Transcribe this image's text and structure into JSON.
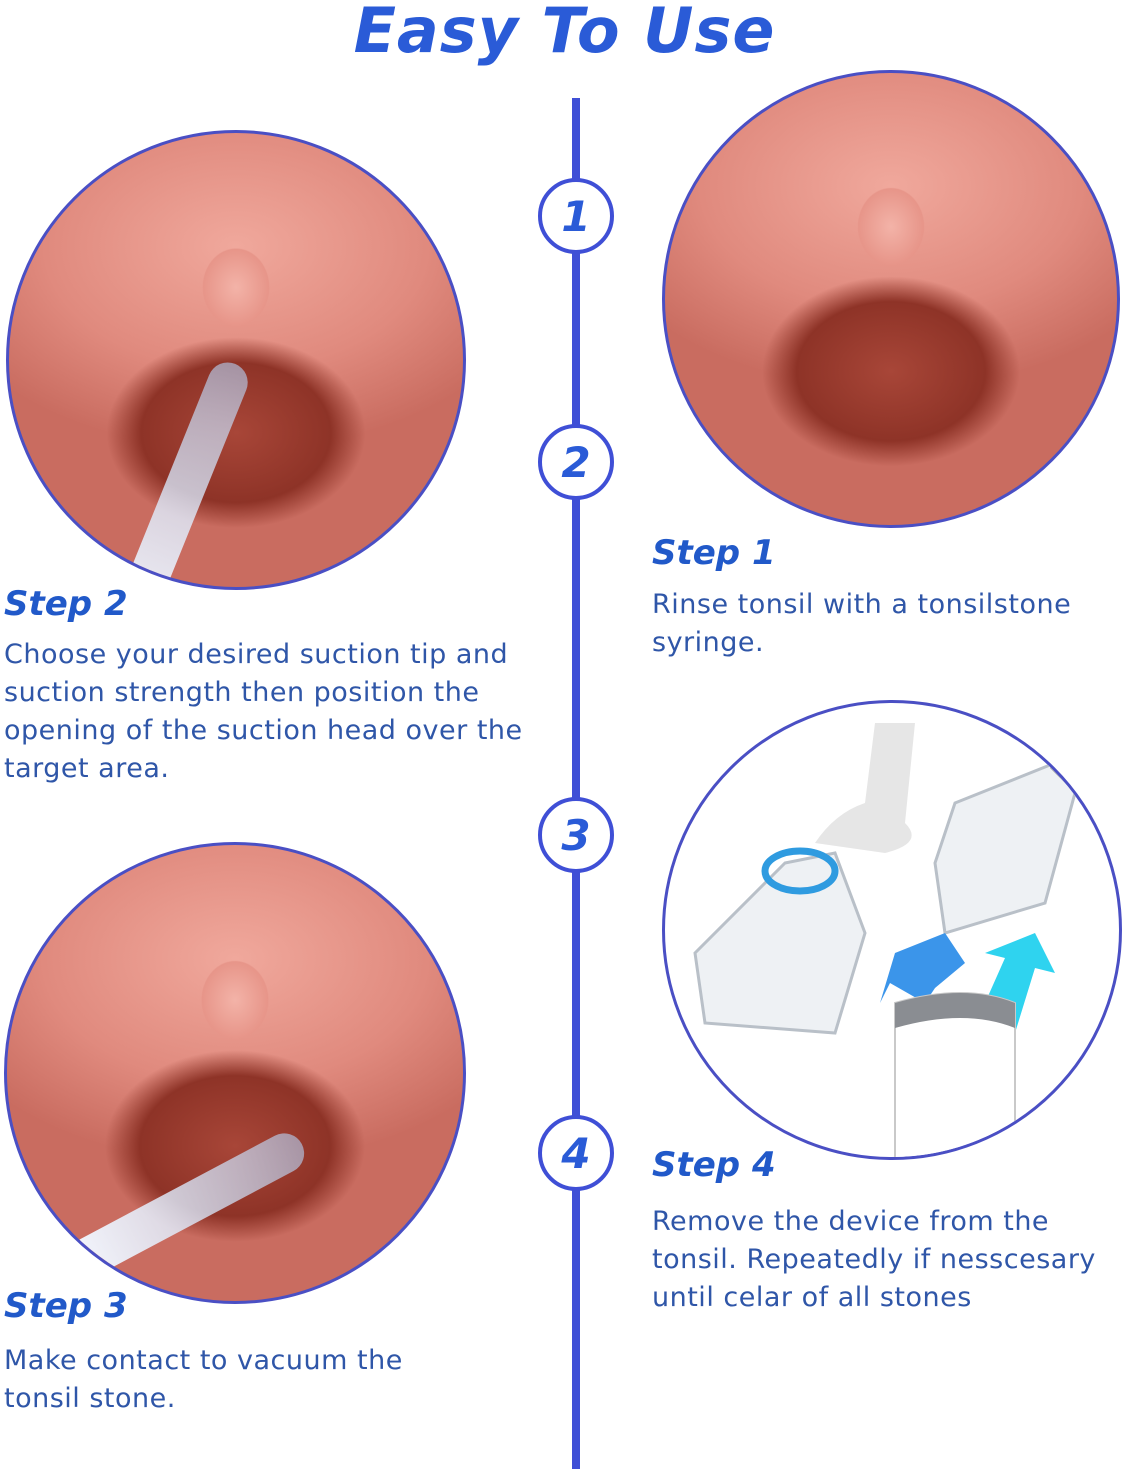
{
  "title": "Easy To Use",
  "colors": {
    "accent": "#2a5bd7",
    "timeline": "#3f4fd6",
    "text": "#2f56a8"
  },
  "timeline": {
    "markers": [
      {
        "number": "1"
      },
      {
        "number": "2"
      },
      {
        "number": "3"
      },
      {
        "number": "4"
      }
    ]
  },
  "steps": [
    {
      "heading": "Step 1",
      "text": "Rinse tonsil with a tonsilstone syringe.",
      "image": "throat-with-tonsil-stones"
    },
    {
      "heading": "Step 2",
      "text": "Choose your desired suction tip and suction strength then position the opening of the suction head over the target area.",
      "image": "suction-tip-in-throat"
    },
    {
      "heading": "Step 3",
      "text": "Make contact to vacuum the tonsil stone.",
      "image": "suction-tip-contacting-stone"
    },
    {
      "heading": "Step 4",
      "text": "Remove the device from the tonsil. Repeatedly if nesscesary until celar of all stones",
      "image": "device-disassembly"
    }
  ]
}
